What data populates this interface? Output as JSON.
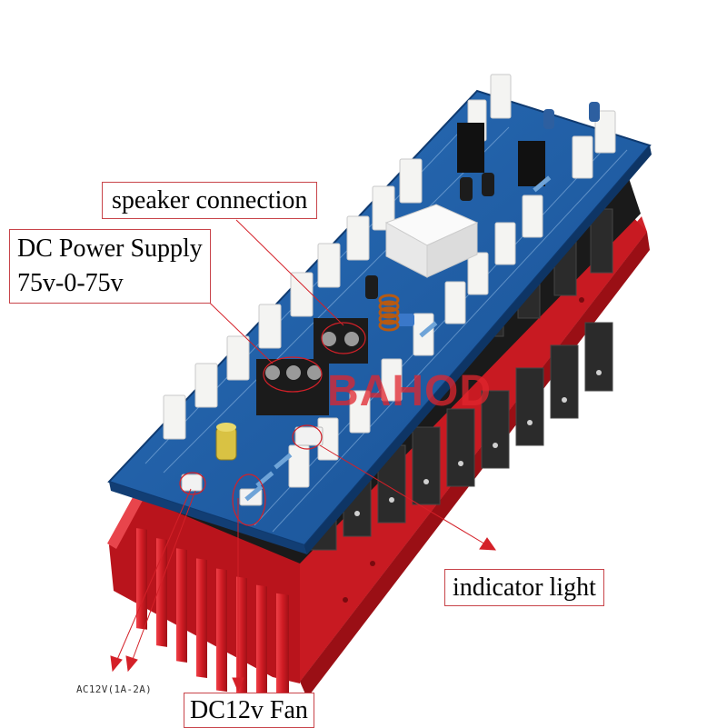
{
  "callouts": {
    "speaker_connection": "speaker connection",
    "power_line1": "DC Power Supply",
    "power_line2": "75v-0-75v",
    "indicator_light": "indicator light",
    "fan": "DC12v Fan",
    "ac_input": "AC12V(1A-2A)"
  },
  "watermark": "BAHOD",
  "colors": {
    "heatsink": "#d81f27",
    "pcb": "#1d5ea8",
    "callout_border": "#c8444a",
    "arrow": "#d42028"
  }
}
